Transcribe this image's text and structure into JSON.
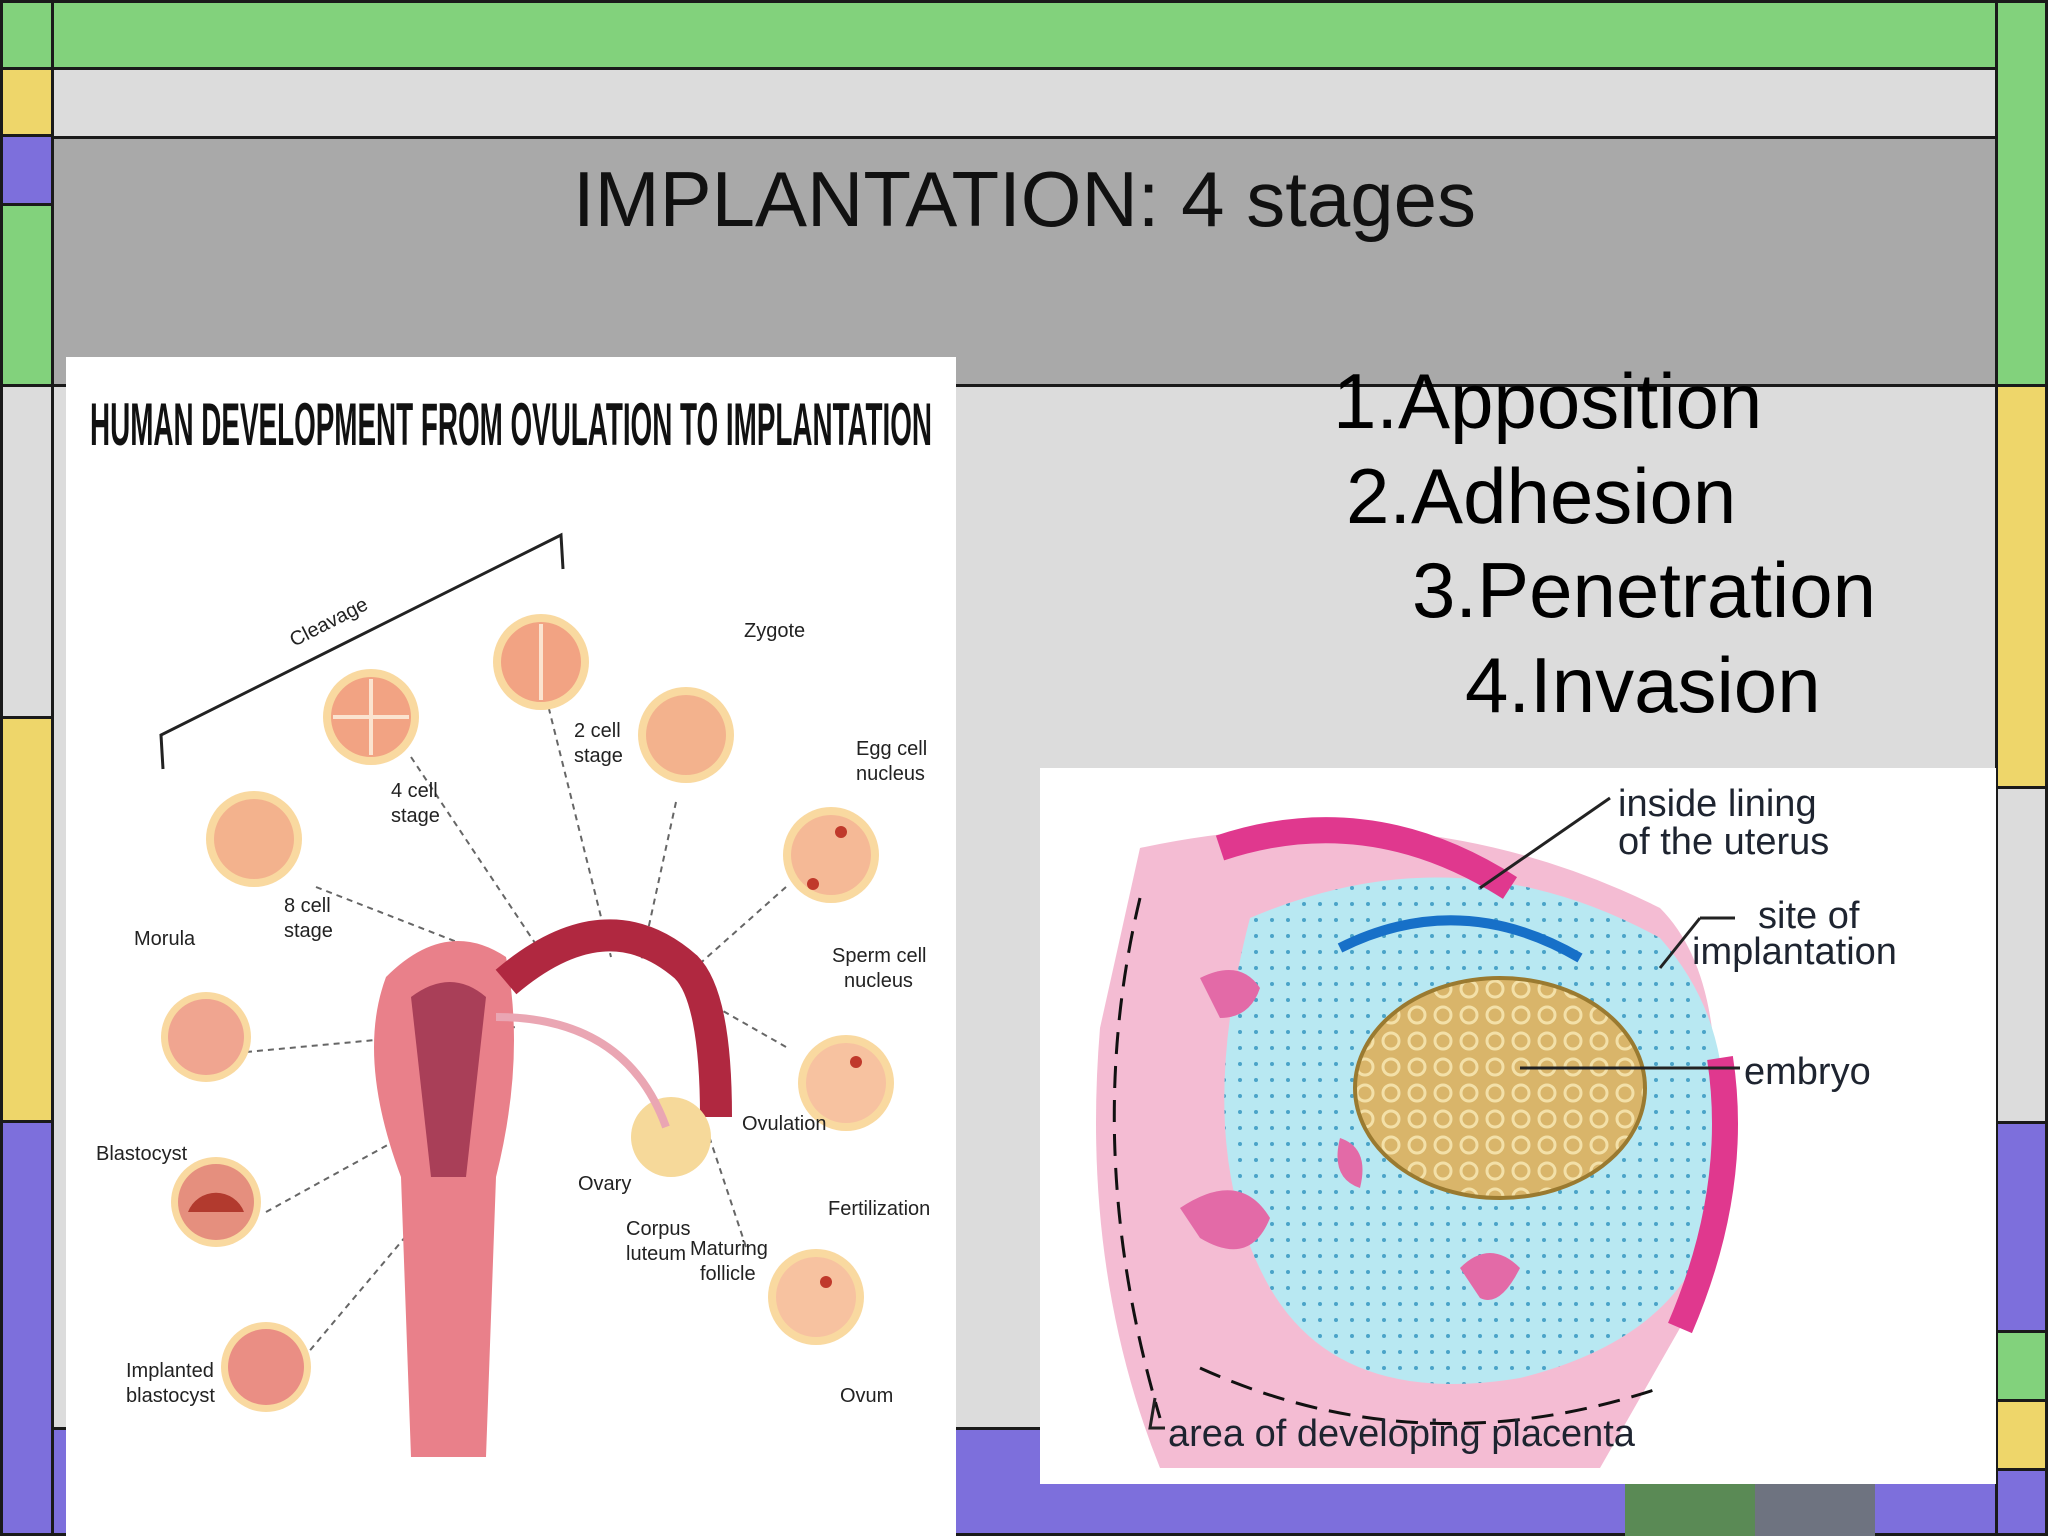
{
  "slide": {
    "title": "IMPLANTATION: 4 stages",
    "stages": [
      "1.Apposition",
      "2.Adhesion",
      "3.Penetration",
      "4.Invasion"
    ]
  },
  "left_figure": {
    "heading": "HUMAN DEVELOPMENT FROM OVULATION TO IMPLANTATION",
    "labels": {
      "cleavage": "Cleavage",
      "zygote": "Zygote",
      "two_cell_1": "2 cell",
      "two_cell_2": "stage",
      "four_cell_1": "4 cell",
      "four_cell_2": "stage",
      "eight_cell_1": "8 cell",
      "eight_cell_2": "stage",
      "egg_nucleus_1": "Egg cell",
      "egg_nucleus_2": "nucleus",
      "morula": "Morula",
      "sperm_nucleus_1": "Sperm cell",
      "sperm_nucleus_2": "nucleus",
      "ovulation": "Ovulation",
      "blastocyst": "Blastocyst",
      "ovary": "Ovary",
      "fertilization": "Fertilization",
      "corpus_1": "Corpus",
      "corpus_2": "luteum",
      "maturing_1": "Maturing",
      "maturing_2": "follicle",
      "implanted_1": "Implanted",
      "implanted_2": "blastocyst",
      "ovum": "Ovum"
    }
  },
  "right_figure": {
    "labels": {
      "lining_1": "inside lining",
      "lining_2": "of the uterus",
      "site_1": "site of",
      "site_2": "implantation",
      "embryo": "embryo",
      "placenta": "area of developing placenta"
    }
  },
  "colors": {
    "green": "#82d27c",
    "gray": "#dcdcdc",
    "dark_gray": "#a9a9a9",
    "yellow": "#eed66a",
    "purple": "#7d6fdc"
  }
}
